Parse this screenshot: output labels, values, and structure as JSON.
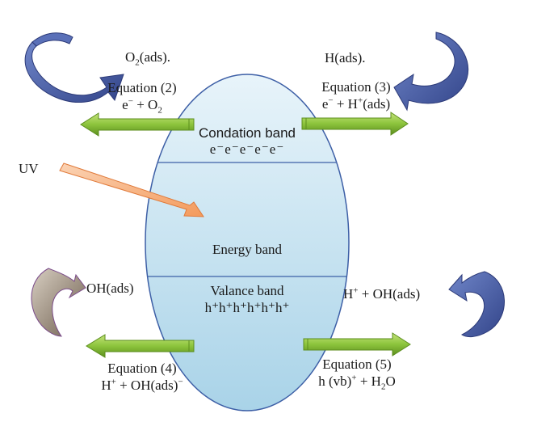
{
  "colors": {
    "oval_fill_top": "#e8f4fa",
    "oval_fill_bottom": "#a9d3e8",
    "oval_stroke": "#3d5fa6",
    "green_arrow": "#8cc43c",
    "orange_arrow": "#f5a66e",
    "blue_curve": "#4a5fa8",
    "brown_curve": "#8e7e6c"
  },
  "icons": {
    "top_left": "curved-arrow-icon",
    "top_right": "curved-arrow-icon",
    "bottom_left": "curved-arrow-icon",
    "bottom_right": "curved-arrow-icon"
  },
  "labels": {
    "o2_ads": {
      "pre": "O",
      "sub": "2",
      "post": "(ads)."
    },
    "h_ads": "H(ads).",
    "eq2": {
      "title": "Equation (2)",
      "e": "e",
      "e_sup": "−",
      "mid": " + O",
      "sub": "2"
    },
    "eq3": {
      "title": "Equation (3)",
      "e": "e",
      "e_sup": "−",
      "mid": " + H",
      "h_sup": "+",
      "post": "(ads)"
    },
    "conduction_band": "Condation band",
    "electrons": "e⁻e⁻e⁻e⁻e⁻",
    "uv": "UV",
    "energy_band": "Energy band",
    "valance_band": "Valance band",
    "holes": "h⁺h⁺h⁺h⁺h⁺h⁺",
    "oh_ads": "OH(ads)",
    "h_oh": {
      "h": "H",
      "h_sup": "+",
      "post": " + OH(ads)"
    },
    "eq4": {
      "title": "Equation (4)",
      "h": "H",
      "h_sup": "+",
      "mid": " + OH(ads)",
      "post_sup": "−"
    },
    "eq5": {
      "title": "Equation (5)",
      "pre": "h (vb)",
      "pre_sup": "+",
      "mid": " + H",
      "sub": "2",
      "post": "O"
    }
  }
}
